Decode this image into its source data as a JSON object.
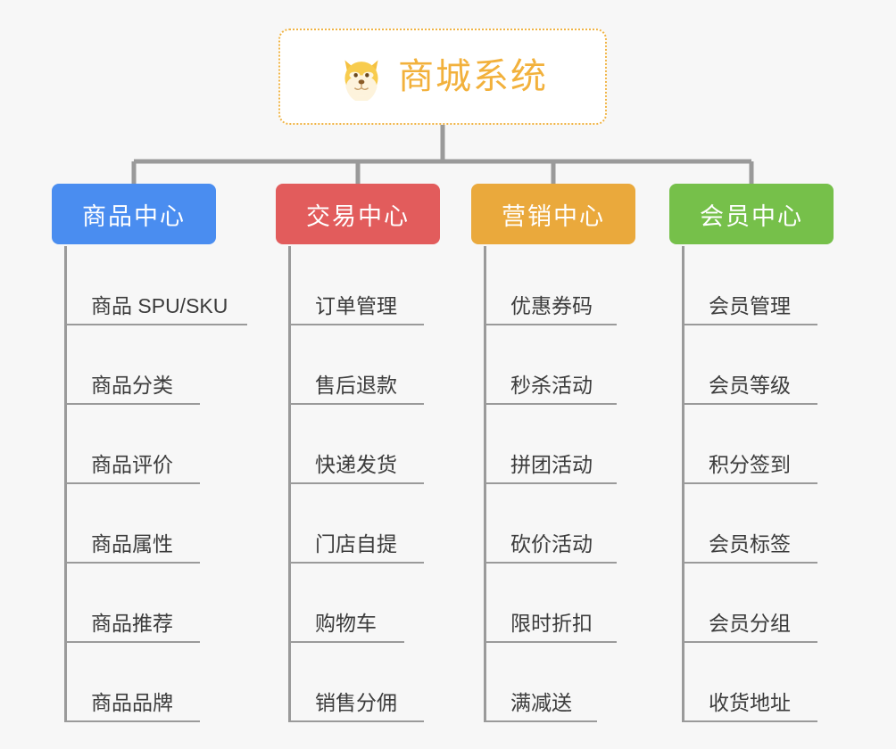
{
  "diagram": {
    "type": "mindmap",
    "background_color": "#f7f7f7",
    "root": {
      "title": "商城系统",
      "icon": "shiba-dog-icon",
      "text_color": "#f2b13c",
      "border_color": "#f0b445",
      "background_color": "#ffffff"
    },
    "branches": [
      {
        "label": "商品中心",
        "color": "#4a8df0",
        "items": [
          "商品 SPU/SKU",
          "商品分类",
          "商品评价",
          "商品属性",
          "商品推荐",
          "商品品牌"
        ]
      },
      {
        "label": "交易中心",
        "color": "#e25c5c",
        "items": [
          "订单管理",
          "售后退款",
          "快递发货",
          "门店自提",
          "购物车",
          "销售分佣"
        ]
      },
      {
        "label": "营销中心",
        "color": "#eaa93c",
        "items": [
          "优惠券码",
          "秒杀活动",
          "拼团活动",
          "砍价活动",
          "限时折扣",
          "满减送"
        ]
      },
      {
        "label": "会员中心",
        "color": "#76c04a",
        "items": [
          "会员管理",
          "会员等级",
          "积分签到",
          "会员标签",
          "会员分组",
          "收货地址"
        ]
      }
    ],
    "connector_color": "#9a9a9a"
  }
}
